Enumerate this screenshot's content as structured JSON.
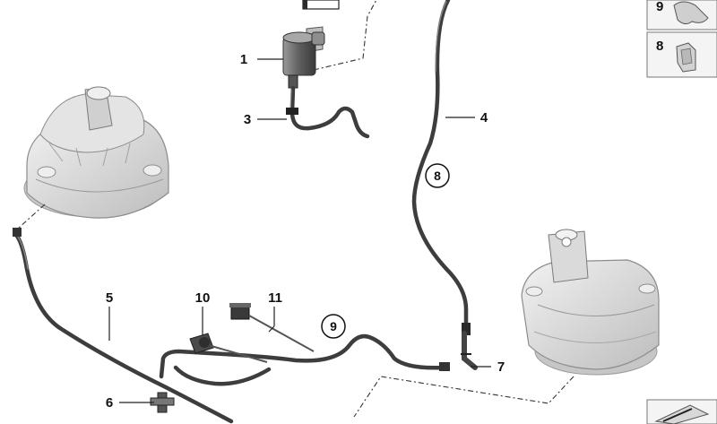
{
  "callouts": {
    "p1": "1",
    "p3": "3",
    "p4": "4",
    "p5": "5",
    "p6": "6",
    "p7": "7",
    "p10": "10",
    "p11": "11",
    "circled_8": "8",
    "circled_9": "9"
  },
  "thumbnails": {
    "top_label": "9",
    "bottom_label": "8"
  },
  "colors": {
    "hose": "#3d3d3d",
    "mount_body": "#d9d9d9",
    "line": "#222222",
    "thumbnail_bg": "#eeeeee"
  }
}
